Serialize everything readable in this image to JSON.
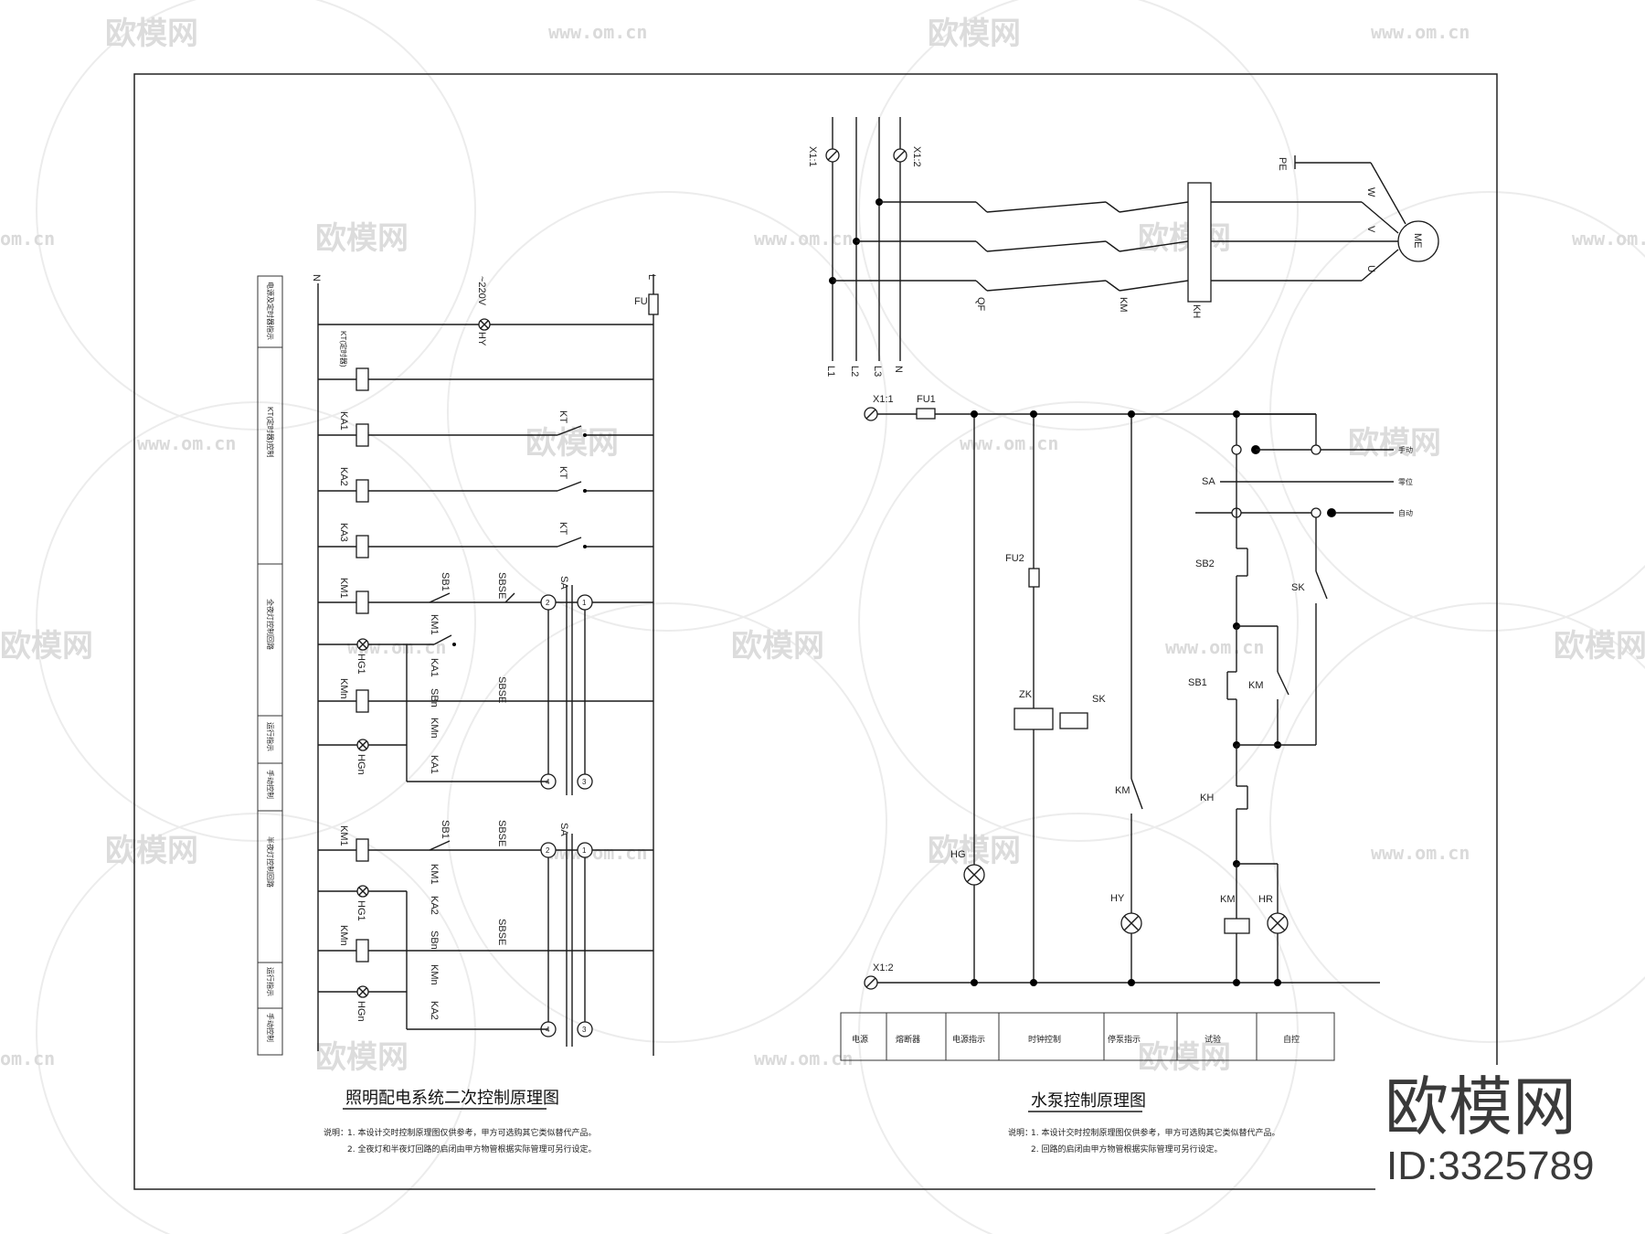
{
  "watermark": {
    "brand": "欧模网",
    "url": "www.om.cn",
    "url_short": "om.cn"
  },
  "branding": {
    "name": "欧模网",
    "id": "ID:3325789"
  },
  "left_diagram": {
    "title": "照明配电系统二次控制原理图",
    "note_prefix": "说明：",
    "notes": [
      "1. 本设计交时控制原理图仅供参考，甲方可选购其它类似替代产品。",
      "2. 全夜灯和半夜灯回路的启闭由甲方物管根据实际管理可另行设定。"
    ],
    "labels": {
      "N": "N",
      "L": "L",
      "FU": "FU",
      "voltage": "~220V",
      "HY": "HY",
      "KT_top": "KT(定时器)",
      "KA1": "KA1",
      "KA2": "KA2",
      "KA3": "KA3",
      "KT": "KT",
      "KM1": "KM1",
      "SB1": "SB1",
      "SBSE": "SBSE",
      "SA": "SA",
      "HG1": "HG1",
      "KMn": "KMn",
      "SBn": "SBn",
      "HGn": "HGn",
      "n1": "1",
      "n2": "2",
      "n3": "3",
      "n4": "4"
    },
    "sidebar": [
      "电源及定时器指示",
      "KT(定时器)控制",
      "全夜灯控制回路",
      "运行指示",
      "手动控制",
      "半夜灯控制回路",
      "运行指示",
      "手动控制"
    ]
  },
  "right_diagram": {
    "title": "水泵控制原理图",
    "note_prefix": "说明：",
    "notes": [
      "1. 本设计交时控制原理图仅供参考，甲方可选购其它类似替代产品。",
      "2. 回路的启闭由甲方物管根据实际管理可另行设定。"
    ],
    "labels": {
      "X11": "X1:1",
      "X12": "X1:2",
      "PE": "PE",
      "W": "W",
      "V": "V",
      "U": "U",
      "ME": "ME",
      "QF": "QF",
      "KM": "KM",
      "KH": "KH",
      "L1": "L1",
      "L2": "L2",
      "L3": "L3",
      "N": "N",
      "FU1": "FU1",
      "FU2": "FU2",
      "ZK": "ZK",
      "SK": "SK",
      "HG": "HG",
      "HY": "HY",
      "HR": "HR",
      "SA": "SA",
      "SB2": "SB2",
      "SB1": "SB1",
      "manual": "手动",
      "zero": "零位",
      "auto": "自动"
    },
    "table": [
      "电源",
      "熔断器",
      "电源指示",
      "时钟控制",
      "停泵指示",
      "试验",
      "自控"
    ]
  }
}
